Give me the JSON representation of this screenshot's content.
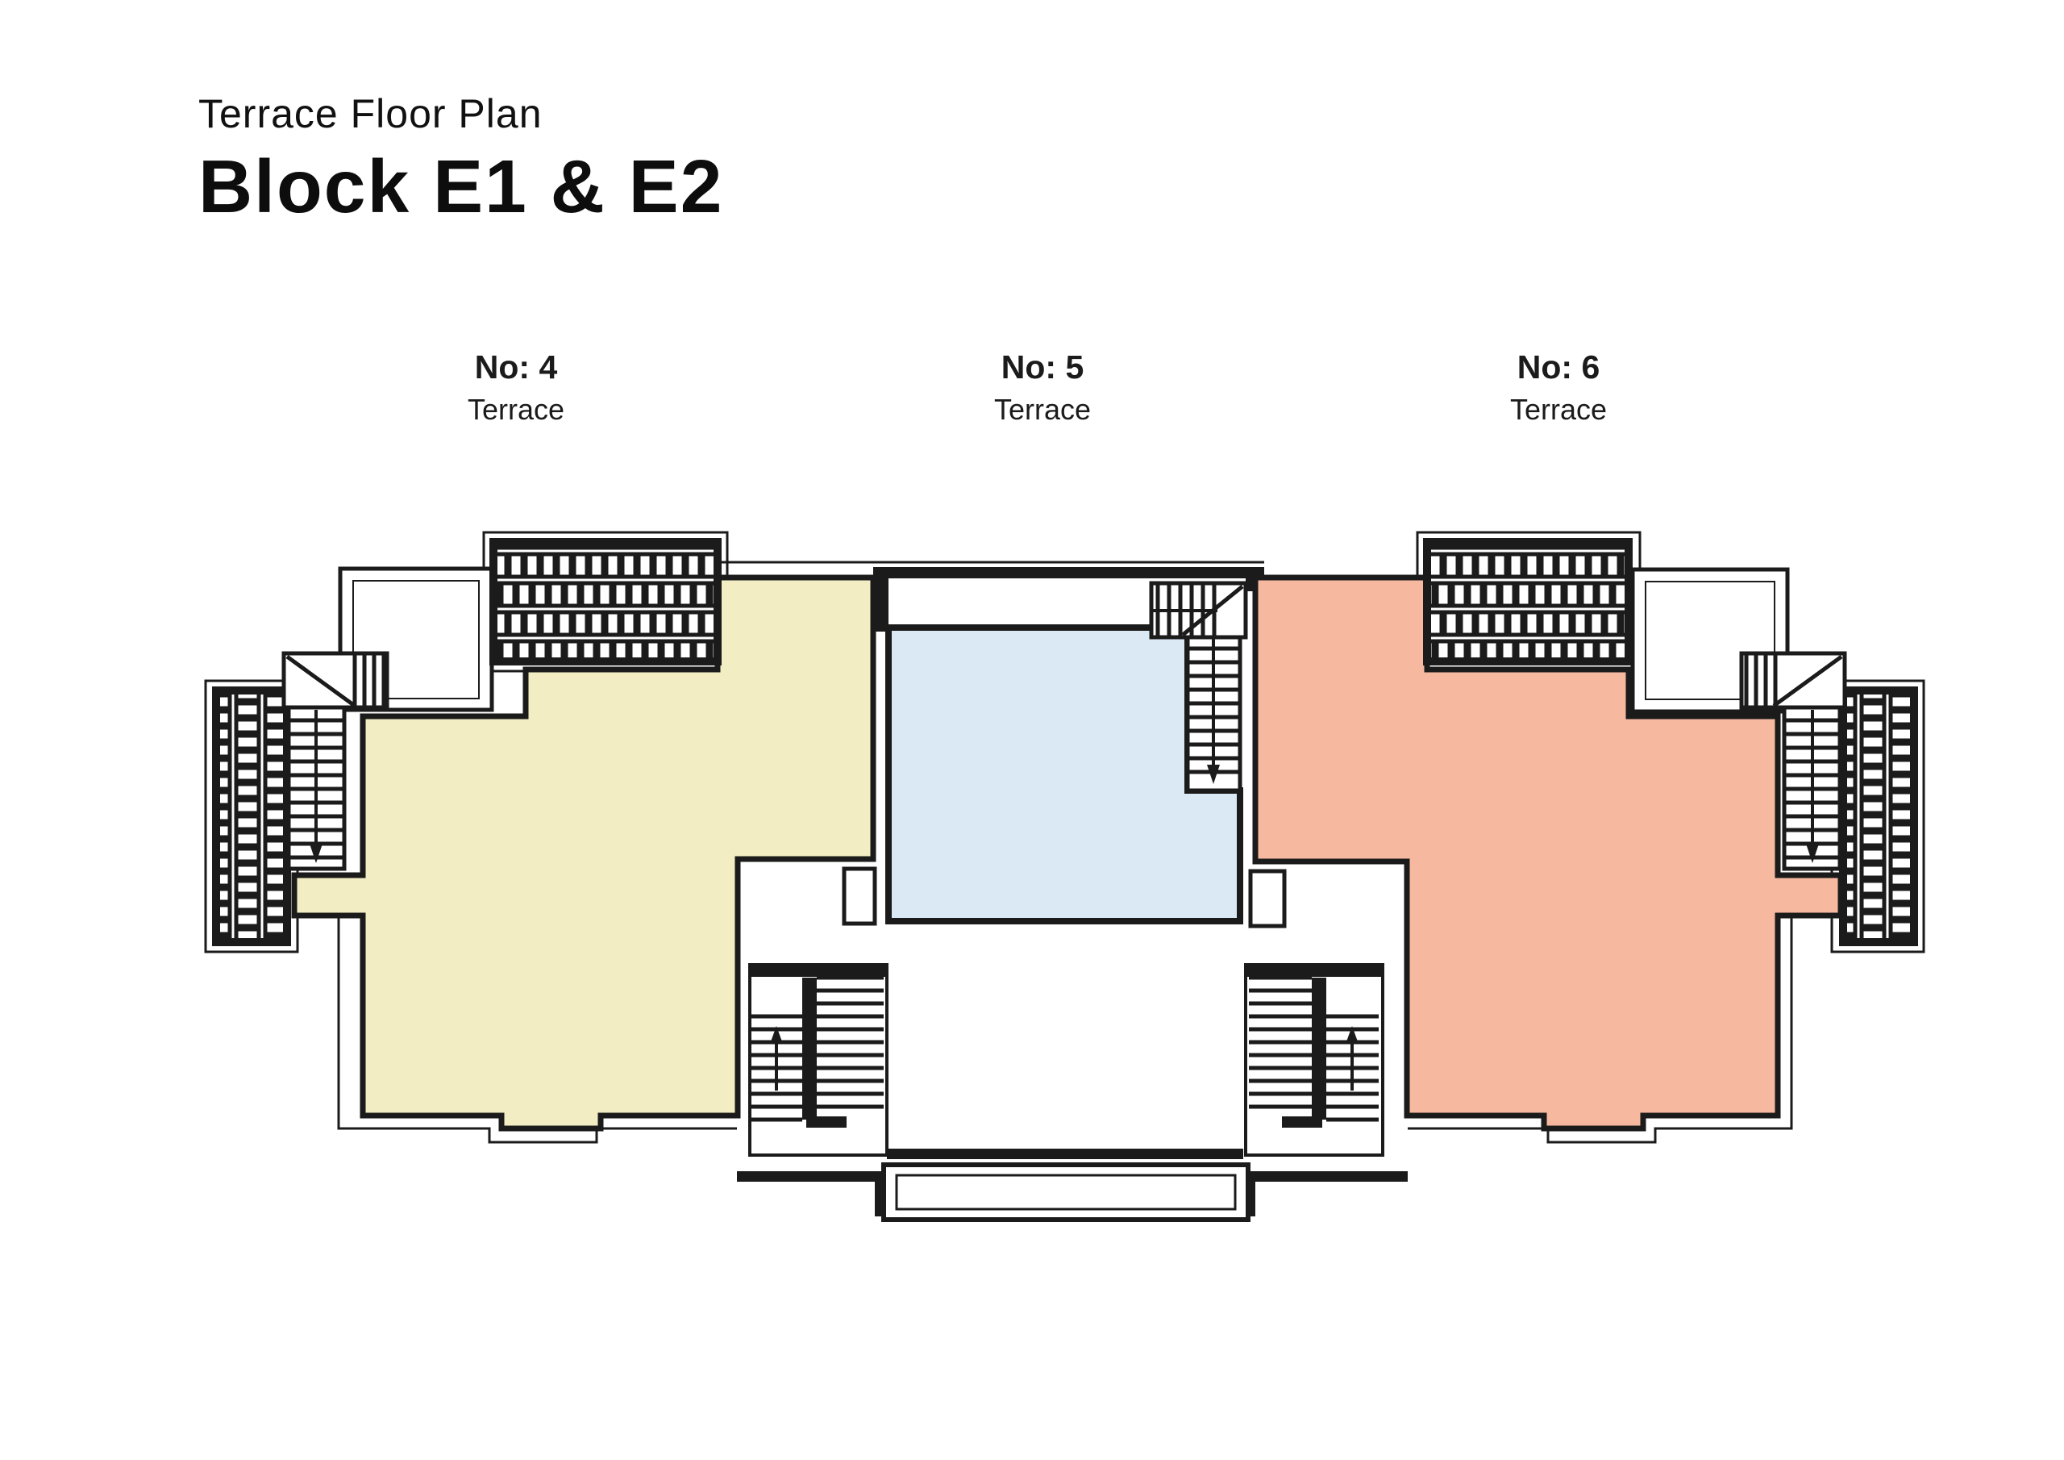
{
  "page": {
    "title": "Terrace Floor Plan",
    "subtitle": "Block E1 & E2"
  },
  "floor_plan": {
    "units": [
      {
        "id": "unit-4",
        "no_label": "No: 4",
        "area_label": "Terrace",
        "fill": "#F2EDC2"
      },
      {
        "id": "unit-5",
        "no_label": "No: 5",
        "area_label": "Terrace",
        "fill": "#DBE9F4"
      },
      {
        "id": "unit-6",
        "no_label": "No: 6",
        "area_label": "Terrace",
        "fill": "#F6B89F"
      }
    ],
    "colors": {
      "walls": "#1B1B1B",
      "background": "#FFFFFF"
    },
    "features": [
      "roof-tile-hatch-top-left",
      "roof-tile-hatch-top-right",
      "roof-tile-hatch-far-left",
      "roof-tile-hatch-far-right",
      "stairs-left-down",
      "stairs-right-down",
      "stairs-center-down",
      "stairs-courtyard-left-up",
      "stairs-courtyard-right-up",
      "bottom-balcony-platform"
    ]
  }
}
